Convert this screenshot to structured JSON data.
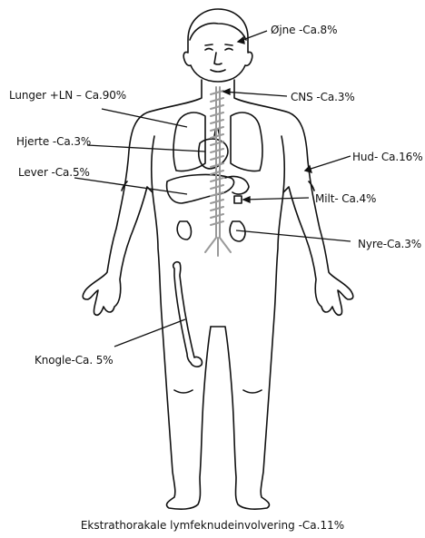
{
  "labels": {
    "eyes": "Øjne -Ca.8%",
    "lungs": "Lunger +LN – Ca.90%",
    "cns": "CNS -Ca.3%",
    "heart": "Hjerte -Ca.3%",
    "skin": "Hud- Ca.16%",
    "liver": "Lever -Ca.5%",
    "spleen": "Milt- Ca.4%",
    "kidney": "Nyre-Ca.3%",
    "bone": "Knogle-Ca. 5%"
  },
  "caption": "Ekstrathorakale lymfeknudeinvolvering -Ca.11%",
  "colors": {
    "outline": "#111111",
    "spine": "#9a9a9a"
  }
}
